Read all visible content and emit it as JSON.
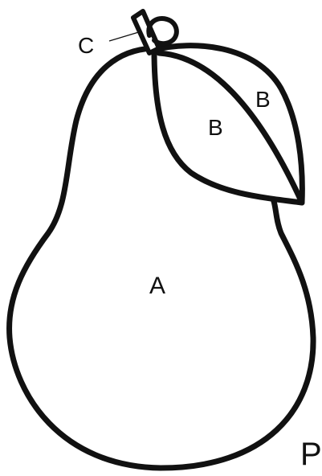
{
  "labels": {
    "body": "A",
    "leaf_left": "B",
    "leaf_right": "B",
    "stem": "C"
  },
  "corner_letter": "P",
  "colors": {
    "outline": "#111111",
    "fill": "#ffffff"
  }
}
